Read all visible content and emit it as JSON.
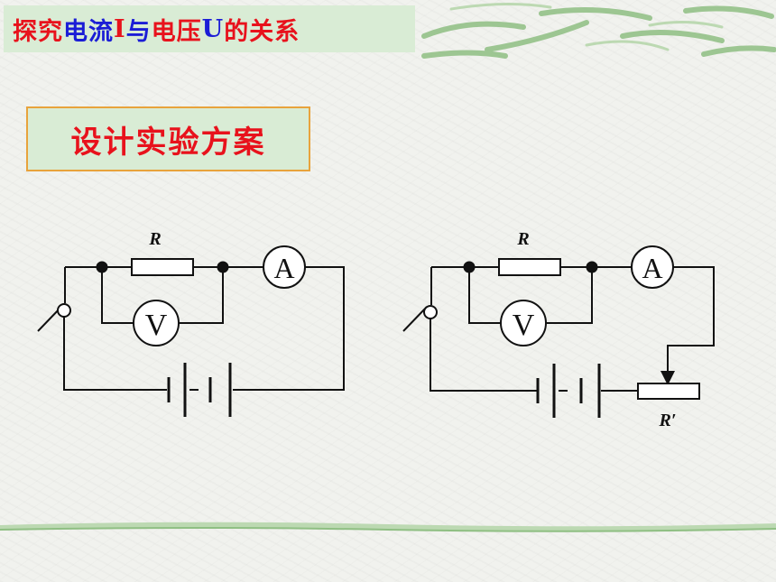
{
  "slide": {
    "title_parts": [
      "探究",
      "电流",
      "I",
      "与",
      "电压",
      "U",
      "的关系"
    ],
    "subtitle": "设计实验方案"
  },
  "circuit1": {
    "resistor_label": "R",
    "ammeter_label": "A",
    "voltmeter_label": "V"
  },
  "circuit2": {
    "resistor_label": "R",
    "ammeter_label": "A",
    "voltmeter_label": "V",
    "rheostat_label": "R′"
  },
  "colors": {
    "title_red": "#e8121c",
    "title_blue": "#1b1dd6",
    "box_green": "#d9ecd5",
    "box_border": "#e8a33c"
  }
}
